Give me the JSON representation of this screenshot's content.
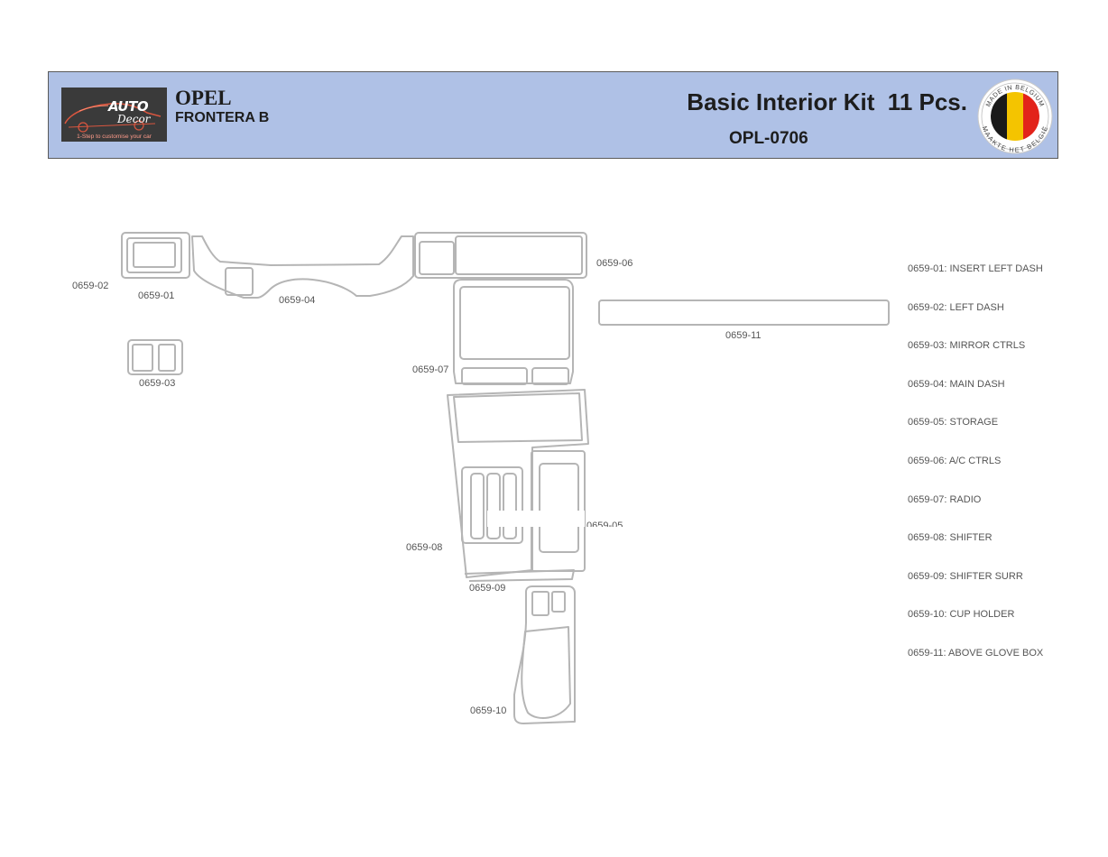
{
  "header": {
    "logo": {
      "word1": "AUTO",
      "word2": "Decor",
      "tagline": "1-Step to customise your car"
    },
    "brand": "OPEL",
    "model": "FRONTERA B",
    "kit_title": "Basic Interior Kit  11 Pcs.",
    "kit_code": "OPL-0706",
    "badge": {
      "top_text": "MADE IN BELGIUM",
      "bottom_text": "MAAKTE HET BELGIË",
      "flag_colors": [
        "#1a1a1a",
        "#f4c400",
        "#e2231a"
      ]
    }
  },
  "diagram": {
    "labels": {
      "p01": "0659-01",
      "p02": "0659-02",
      "p03": "0659-03",
      "p04": "0659-04",
      "p05": "0659-05",
      "p06": "0659-06",
      "p07": "0659-07",
      "p08": "0659-08",
      "p09": "0659-09",
      "p10": "0659-10",
      "p11": "0659-11"
    }
  },
  "legend": [
    "0659-01: INSERT LEFT DASH",
    "0659-02: LEFT DASH",
    "0659-03: MIRROR CTRLS",
    "0659-04: MAIN DASH",
    "0659-05: STORAGE",
    "0659-06: A/C CTRLS",
    "0659-07: RADIO",
    "0659-08: SHIFTER",
    "0659-09: SHIFTER SURR",
    "0659-10: CUP HOLDER",
    "0659-11: ABOVE GLOVE BOX"
  ]
}
